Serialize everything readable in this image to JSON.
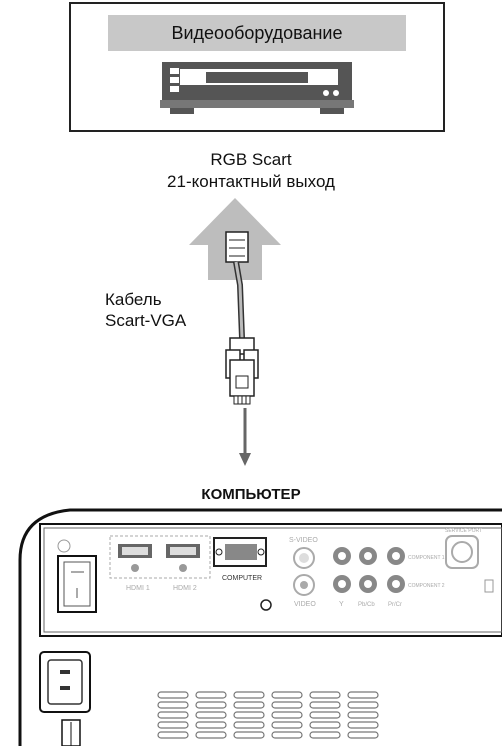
{
  "device": {
    "title": "Видеооборудование"
  },
  "signal": {
    "line1": "RGB Scart",
    "line2": "21-контактный выход"
  },
  "cable": {
    "line1": "Кабель",
    "line2": "Scart-VGA"
  },
  "computer_label": "КОМПЬЮТЕР",
  "panel": {
    "hdmi1": "HDMI 1",
    "hdmi2": "HDMI 2",
    "computer": "COMPUTER",
    "svideo": "S-VIDEO",
    "video": "VIDEO",
    "y": "Y",
    "pbcb": "Pb/Cb",
    "prcr": "Pr/Cr",
    "component1": "COMPONENT 1",
    "component2": "COMPONENT 2",
    "service_port": "SERVICE PORT"
  }
}
